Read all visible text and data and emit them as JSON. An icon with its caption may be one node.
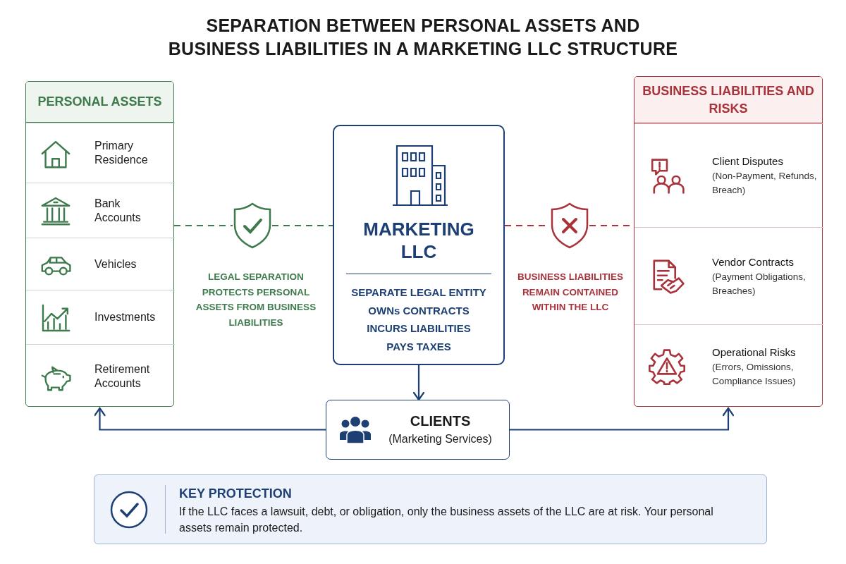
{
  "diagram": {
    "title": "SEPARATION BETWEEN PERSONAL ASSETS AND BUSINESS LIABILITIES IN A MARKETING LLC STRUCTURE",
    "nodes": [
      {
        "text": [
          "PERSONAL ASSETS"
        ]
      },
      {
        "text": [
          "Primary Residence"
        ],
        "in": 0
      },
      {
        "text": [
          "Bank Accounts"
        ],
        "in": 0
      },
      {
        "text": [
          "Vehicles"
        ],
        "in": 0
      },
      {
        "text": [
          "Investments"
        ],
        "in": 0
      },
      {
        "text": [
          "Retirement Accounts"
        ],
        "in": 0
      },
      {
        "text": [],
        "shape": "shield"
      },
      {
        "text": [
          "MARKETING LLC",
          "SEPARATE LEGAL ENTITY",
          "OWNs CONTRACTS",
          "INCURS LIABILITIES",
          "PAYS TAXES"
        ]
      },
      {
        "text": [],
        "shape": "shield"
      },
      {
        "text": [
          "BUSINESS LIABILITIES AND RISKS"
        ]
      },
      {
        "text": [
          "Client Disputes",
          "(Non-Payment, Refunds, Breach)"
        ],
        "in": 9
      },
      {
        "text": [
          "Vendor Contracts",
          "(Payment Obligations, Breaches)"
        ],
        "in": 9
      },
      {
        "text": [
          "Operational Risks",
          "(Errors, Omissions, Compliance Issues)"
        ],
        "in": 9
      },
      {
        "text": [
          "CLIENTS",
          "(Marketing Services)"
        ]
      },
      {
        "text": [
          "KEY PROTECTION",
          "If the LLC faces a lawsuit, debt, or obligation, only the business assets of the LLC are at risk. Your personal assets remain protected."
        ]
      }
    ],
    "edges": [
      {
        "from": 0,
        "to": 6,
        "arrow": "none",
        "style": "dashed",
        "color": "#3d7a4c"
      },
      {
        "from": 6,
        "to": 7,
        "arrow": "none",
        "style": "dashed",
        "color": "#3d7a4c"
      },
      {
        "from": 7,
        "to": 8,
        "arrow": "none",
        "style": "dashed",
        "color": "#a8333b"
      },
      {
        "from": 8,
        "to": 9,
        "arrow": "none",
        "style": "dashed",
        "color": "#a8333b"
      },
      {
        "from": 7,
        "to": 13,
        "arrow": "to"
      },
      {
        "from": 13,
        "to": 0,
        "arrow": "to"
      },
      {
        "from": 13,
        "to": 9,
        "arrow": "to"
      }
    ],
    "labels": [
      "LEGAL SEPARATION PROTECTS PERSONAL ASSETS FROM BUSINESS LIABILITIES",
      "BUSINESS LIABILITIES REMAIN CONTAINED WITHIN THE LLC"
    ]
  }
}
